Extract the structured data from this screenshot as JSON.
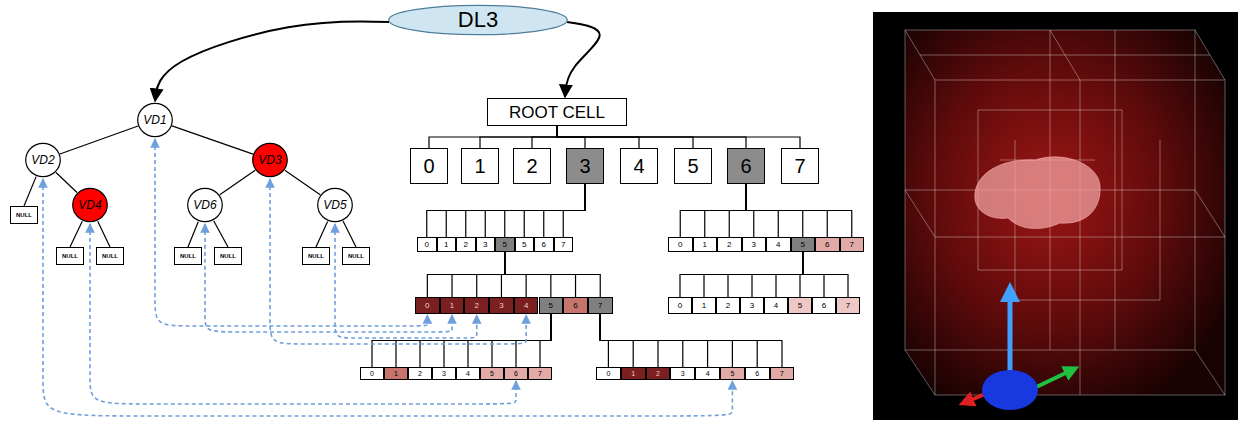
{
  "diagram": {
    "nodes": [
      {
        "text": [
          "DL3"
        ]
      },
      {
        "text": [
          "VD1"
        ]
      },
      {
        "text": [
          "VD2"
        ]
      },
      {
        "text": [
          "VD3"
        ]
      },
      {
        "text": [
          "NULL"
        ]
      },
      {
        "text": [
          "VD4"
        ]
      },
      {
        "text": [
          "VD6"
        ]
      },
      {
        "text": [
          "VD5"
        ]
      },
      {
        "text": [
          "NULL"
        ]
      },
      {
        "text": [
          "NULL"
        ]
      },
      {
        "text": [
          "NULL"
        ]
      },
      {
        "text": [
          "NULL"
        ]
      },
      {
        "text": [
          "NULL"
        ]
      },
      {
        "text": [
          "NULL"
        ]
      },
      {
        "text": [
          "ROOT CELL"
        ]
      },
      {
        "text": [
          "0"
        ]
      },
      {
        "text": [
          "1"
        ]
      },
      {
        "text": [
          "2"
        ]
      },
      {
        "text": [
          "3"
        ]
      },
      {
        "text": [
          "4"
        ]
      },
      {
        "text": [
          "5"
        ]
      },
      {
        "text": [
          "6"
        ]
      },
      {
        "text": [
          "7"
        ]
      },
      {
        "text": [
          "0"
        ]
      },
      {
        "text": [
          "1"
        ]
      },
      {
        "text": [
          "2"
        ]
      },
      {
        "text": [
          "3"
        ]
      },
      {
        "text": [
          "5"
        ]
      },
      {
        "text": [
          "5"
        ]
      },
      {
        "text": [
          "6"
        ]
      },
      {
        "text": [
          "7"
        ]
      },
      {
        "text": [
          "0"
        ]
      },
      {
        "text": [
          "1"
        ]
      },
      {
        "text": [
          "2"
        ]
      },
      {
        "text": [
          "3"
        ]
      },
      {
        "text": [
          "4"
        ]
      },
      {
        "text": [
          "5"
        ]
      },
      {
        "text": [
          "6"
        ]
      },
      {
        "text": [
          "7"
        ]
      },
      {
        "text": [
          "0"
        ]
      },
      {
        "text": [
          "1"
        ]
      },
      {
        "text": [
          "2"
        ]
      },
      {
        "text": [
          "3"
        ]
      },
      {
        "text": [
          "4"
        ]
      },
      {
        "text": [
          "5"
        ]
      },
      {
        "text": [
          "6"
        ]
      },
      {
        "text": [
          "7"
        ]
      },
      {
        "text": [
          "0"
        ]
      },
      {
        "text": [
          "1"
        ]
      },
      {
        "text": [
          "2"
        ]
      },
      {
        "text": [
          "3"
        ]
      },
      {
        "text": [
          "4"
        ]
      },
      {
        "text": [
          "5"
        ]
      },
      {
        "text": [
          "6"
        ]
      },
      {
        "text": [
          "7"
        ]
      },
      {
        "text": [
          "0"
        ]
      },
      {
        "text": [
          "1"
        ]
      },
      {
        "text": [
          "2"
        ]
      },
      {
        "text": [
          "3"
        ]
      },
      {
        "text": [
          "4"
        ]
      },
      {
        "text": [
          "5"
        ]
      },
      {
        "text": [
          "6"
        ]
      },
      {
        "text": [
          "7"
        ]
      },
      {
        "text": [
          "0"
        ]
      },
      {
        "text": [
          "1"
        ]
      },
      {
        "text": [
          "2"
        ]
      },
      {
        "text": [
          "3"
        ]
      },
      {
        "text": [
          "4"
        ]
      },
      {
        "text": [
          "5"
        ]
      },
      {
        "text": [
          "6"
        ]
      },
      {
        "text": [
          "7"
        ]
      }
    ],
    "edges": [
      {
        "from": 0,
        "to": 1,
        "arrow": "to"
      },
      {
        "from": 0,
        "to": 14,
        "arrow": "to"
      },
      {
        "from": 1,
        "to": 2,
        "arrow": "none"
      },
      {
        "from": 1,
        "to": 3,
        "arrow": "none"
      },
      {
        "from": 2,
        "to": 4,
        "arrow": "none"
      },
      {
        "from": 2,
        "to": 5,
        "arrow": "none"
      },
      {
        "from": 3,
        "to": 6,
        "arrow": "none"
      },
      {
        "from": 3,
        "to": 7,
        "arrow": "none"
      },
      {
        "from": 5,
        "to": 8,
        "arrow": "none"
      },
      {
        "from": 5,
        "to": 9,
        "arrow": "none"
      },
      {
        "from": 6,
        "to": 10,
        "arrow": "none"
      },
      {
        "from": 6,
        "to": 11,
        "arrow": "none"
      },
      {
        "from": 7,
        "to": 12,
        "arrow": "none"
      },
      {
        "from": 7,
        "to": 13,
        "arrow": "none"
      },
      {
        "from": 14,
        "to": 15,
        "arrow": "none"
      },
      {
        "from": 14,
        "to": 16,
        "arrow": "none"
      },
      {
        "from": 14,
        "to": 17,
        "arrow": "none"
      },
      {
        "from": 14,
        "to": 18,
        "arrow": "none"
      },
      {
        "from": 14,
        "to": 19,
        "arrow": "none"
      },
      {
        "from": 14,
        "to": 20,
        "arrow": "none"
      },
      {
        "from": 14,
        "to": 21,
        "arrow": "none"
      },
      {
        "from": 14,
        "to": 22,
        "arrow": "none"
      },
      {
        "from": 18,
        "to": 23,
        "arrow": "none"
      },
      {
        "from": 18,
        "to": 24,
        "arrow": "none"
      },
      {
        "from": 18,
        "to": 25,
        "arrow": "none"
      },
      {
        "from": 18,
        "to": 26,
        "arrow": "none"
      },
      {
        "from": 18,
        "to": 27,
        "arrow": "none"
      },
      {
        "from": 18,
        "to": 28,
        "arrow": "none"
      },
      {
        "from": 18,
        "to": 29,
        "arrow": "none"
      },
      {
        "from": 18,
        "to": 30,
        "arrow": "none"
      },
      {
        "from": 21,
        "to": 31,
        "arrow": "none"
      },
      {
        "from": 21,
        "to": 32,
        "arrow": "none"
      },
      {
        "from": 21,
        "to": 33,
        "arrow": "none"
      },
      {
        "from": 21,
        "to": 34,
        "arrow": "none"
      },
      {
        "from": 21,
        "to": 35,
        "arrow": "none"
      },
      {
        "from": 21,
        "to": 36,
        "arrow": "none"
      },
      {
        "from": 21,
        "to": 37,
        "arrow": "none"
      },
      {
        "from": 21,
        "to": 38,
        "arrow": "none"
      },
      {
        "from": 27,
        "to": 39,
        "arrow": "none"
      },
      {
        "from": 27,
        "to": 40,
        "arrow": "none"
      },
      {
        "from": 27,
        "to": 41,
        "arrow": "none"
      },
      {
        "from": 27,
        "to": 42,
        "arrow": "none"
      },
      {
        "from": 27,
        "to": 43,
        "arrow": "none"
      },
      {
        "from": 27,
        "to": 44,
        "arrow": "none"
      },
      {
        "from": 27,
        "to": 45,
        "arrow": "none"
      },
      {
        "from": 27,
        "to": 46,
        "arrow": "none"
      },
      {
        "from": 36,
        "to": 47,
        "arrow": "none"
      },
      {
        "from": 36,
        "to": 48,
        "arrow": "none"
      },
      {
        "from": 36,
        "to": 49,
        "arrow": "none"
      },
      {
        "from": 36,
        "to": 50,
        "arrow": "none"
      },
      {
        "from": 36,
        "to": 51,
        "arrow": "none"
      },
      {
        "from": 36,
        "to": 52,
        "arrow": "none"
      },
      {
        "from": 36,
        "to": 53,
        "arrow": "none"
      },
      {
        "from": 36,
        "to": 54,
        "arrow": "none"
      },
      {
        "from": 44,
        "to": 55,
        "arrow": "none"
      },
      {
        "from": 44,
        "to": 56,
        "arrow": "none"
      },
      {
        "from": 44,
        "to": 57,
        "arrow": "none"
      },
      {
        "from": 44,
        "to": 58,
        "arrow": "none"
      },
      {
        "from": 44,
        "to": 59,
        "arrow": "none"
      },
      {
        "from": 44,
        "to": 60,
        "arrow": "none"
      },
      {
        "from": 44,
        "to": 61,
        "arrow": "none"
      },
      {
        "from": 44,
        "to": 62,
        "arrow": "none"
      },
      {
        "from": 46,
        "to": 63,
        "arrow": "none"
      },
      {
        "from": 46,
        "to": 64,
        "arrow": "none"
      },
      {
        "from": 46,
        "to": 65,
        "arrow": "none"
      },
      {
        "from": 46,
        "to": 66,
        "arrow": "none"
      },
      {
        "from": 46,
        "to": 67,
        "arrow": "none"
      },
      {
        "from": 46,
        "to": 68,
        "arrow": "none"
      },
      {
        "from": 46,
        "to": 69,
        "arrow": "none"
      },
      {
        "from": 46,
        "to": 70,
        "arrow": "none"
      },
      {
        "from": 1,
        "to": 39,
        "arrow": "both"
      },
      {
        "from": 6,
        "to": 40,
        "arrow": "both"
      },
      {
        "from": 7,
        "to": 41,
        "arrow": "both"
      },
      {
        "from": 3,
        "to": 43,
        "arrow": "both"
      },
      {
        "from": 5,
        "to": 61,
        "arrow": "both"
      },
      {
        "from": 2,
        "to": 68,
        "arrow": "both"
      }
    ]
  }
}
